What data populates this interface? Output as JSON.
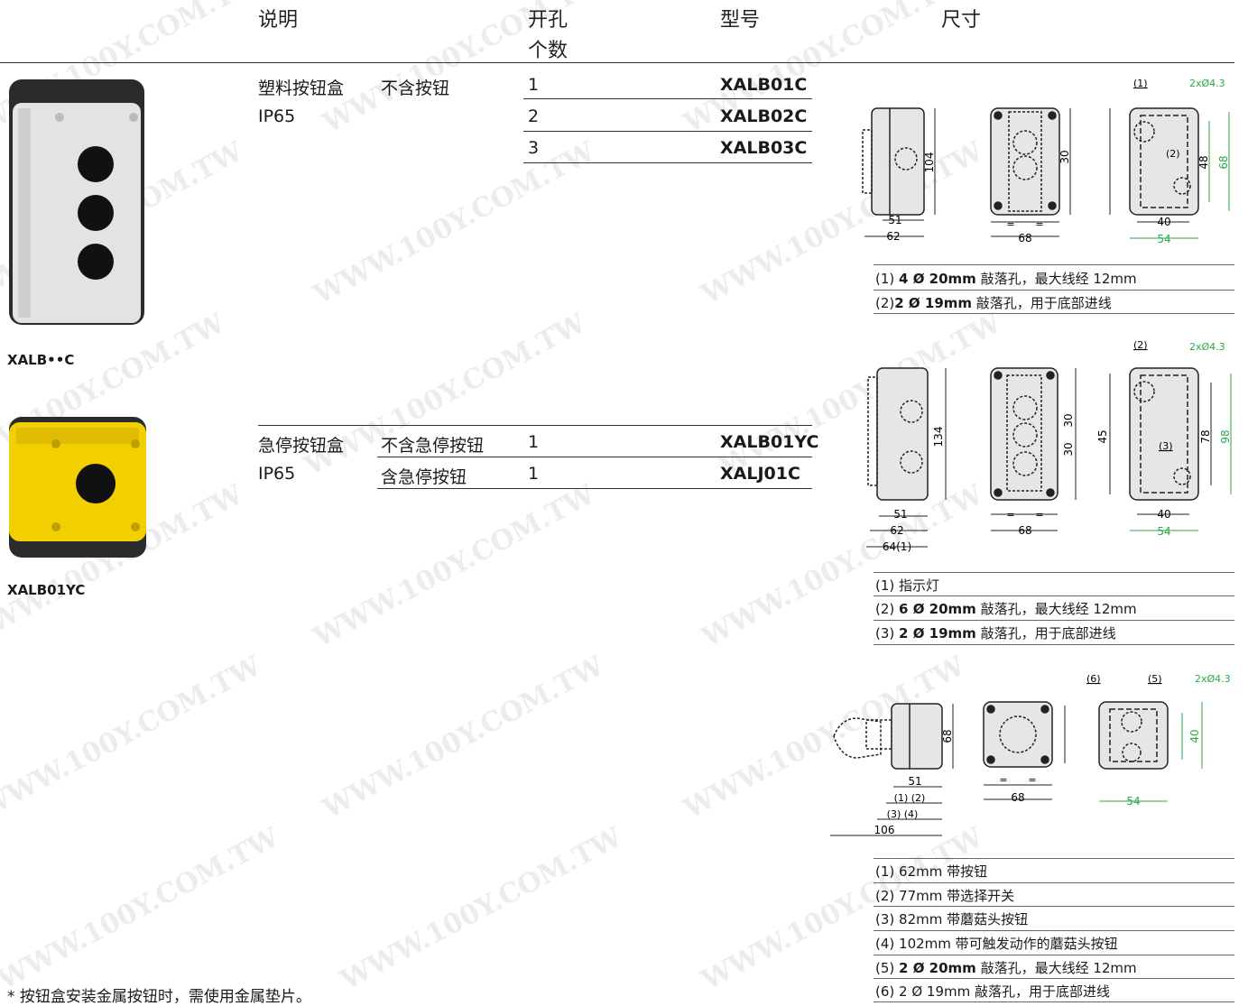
{
  "header": {
    "col_desc": "说明",
    "col_holes_1": "开孔",
    "col_holes_2": "个数",
    "col_model": "型号",
    "col_dims": "尺寸"
  },
  "section1": {
    "desc": "塑料按钮盒",
    "desc_sub": "不含按钮",
    "ip": "IP65",
    "rows": [
      {
        "holes": "1",
        "model": "XALB01C"
      },
      {
        "holes": "2",
        "model": "XALB02C"
      },
      {
        "holes": "3",
        "model": "XALB03C"
      }
    ],
    "image_label": "XALB••C",
    "notes": [
      {
        "num": "(1)",
        "bold": "4 Ø 20mm",
        "text": " 敲落孔，最大线经 12mm"
      },
      {
        "num": "(2)",
        "bold": "2 Ø 19mm",
        "text": " 敲落孔，用于底部进线"
      }
    ],
    "dims": {
      "a": "104",
      "b": "51",
      "c": "62",
      "d": "30",
      "e": "68",
      "f": "48",
      "g": "68",
      "h": "40",
      "i": "54",
      "j": "(1)",
      "k": "(2)",
      "l": "2xØ4.3",
      "eq": "="
    }
  },
  "section2": {
    "desc": "急停按钮盒",
    "ip": "IP65",
    "rows": [
      {
        "sub": "不含急停按钮",
        "holes": "1",
        "model": "XALB01YC"
      },
      {
        "sub": "含急停按钮",
        "holes": "1",
        "model": "XALJ01C"
      }
    ],
    "image_label": "XALB01YC",
    "notes": [
      {
        "num": "(1)",
        "bold": "",
        "text": "指示灯"
      },
      {
        "num": "(2)",
        "bold": "6 Ø 20mm",
        "text": " 敲落孔，最大线经 12mm"
      },
      {
        "num": "(3)",
        "bold": "2 Ø 19mm",
        "text": " 敲落孔，用于底部进线"
      }
    ],
    "dims": {
      "a": "134",
      "b": "51",
      "c": "62",
      "c2": "64(1)",
      "d": "30",
      "d2": "30",
      "e": "68",
      "f": "45",
      "g": "78",
      "g2": "98",
      "h": "40",
      "i": "54",
      "j": "(2)",
      "k": "(3)",
      "l": "2xØ4.3",
      "eq": "="
    }
  },
  "section3": {
    "notes": [
      {
        "num": "(1)",
        "bold": "",
        "text": "62mm 带按钮"
      },
      {
        "num": "(2)",
        "bold": "",
        "text": "77mm 带选择开关"
      },
      {
        "num": "(3)",
        "bold": "",
        "text": "82mm 带蘑菇头按钮"
      },
      {
        "num": "(4)",
        "bold": "",
        "text": "102mm 带可触发动作的蘑菇头按钮"
      },
      {
        "num": "(5)",
        "bold": "2 Ø 20mm",
        "text": " 敲落孔，最大线经 12mm",
        "plain_prefix": "2 Ø ",
        "bold_part": "20mm"
      },
      {
        "num": "(6)",
        "bold": "",
        "text": "2 Ø 19mm 敲落孔，用于底部进线",
        "plain_prefix": "2 Ø ",
        "bold_part": "19mm"
      }
    ],
    "dims": {
      "a": "68",
      "b": "51",
      "c": "(1) (2)",
      "d": "(3) (4)",
      "e": "106",
      "f": "68",
      "g": "40",
      "h": "54",
      "j": "(6)",
      "k": "(5)",
      "l": "2xØ4.3",
      "eq": "="
    }
  },
  "footnote": "* 按钮盒安装金属按钮时，需使用金属垫片。",
  "watermark": "WWW.100Y.COM.TW",
  "colors": {
    "accent_green": "#2aa84a",
    "box_grey": "#d8d8d8",
    "box_yellow": "#f2cf00",
    "dark": "#222222"
  }
}
